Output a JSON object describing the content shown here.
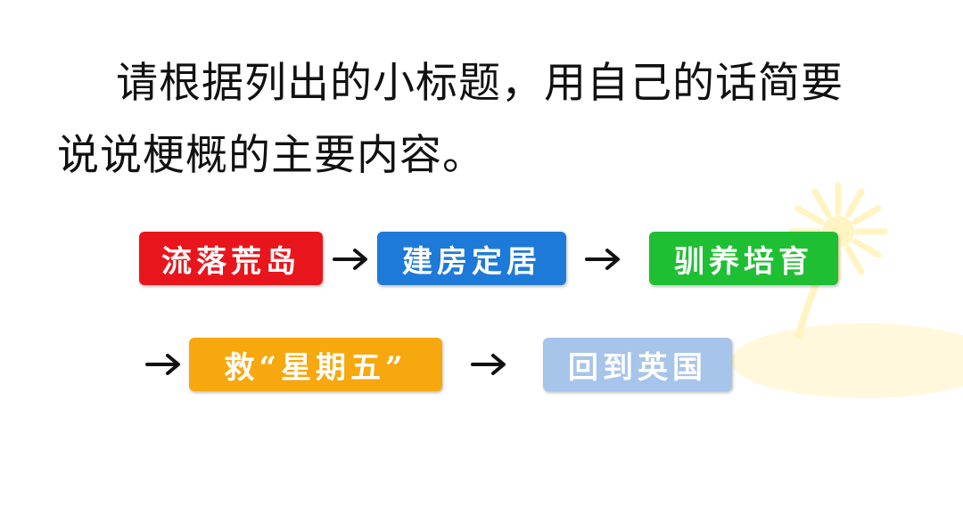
{
  "prompt": {
    "line1": "请根据列出的小标题，用自己的话简要",
    "line2": "说说梗概的主要内容。"
  },
  "flow": {
    "steps": [
      {
        "label": "流落荒岛",
        "color": "#e8161c"
      },
      {
        "label": "建房定居",
        "color": "#1e7ad8"
      },
      {
        "label": "驯养培育",
        "color": "#1fbf33"
      },
      {
        "label": "救“星期五”",
        "color": "#f6a80e"
      },
      {
        "label": "回到英国",
        "color": "#a7c4ea"
      }
    ],
    "arrow_color": "#111111"
  },
  "decoration": {
    "icon": "sun-island-icon",
    "sun_color": "#fff4c2",
    "island_color": "#fff8dc"
  }
}
